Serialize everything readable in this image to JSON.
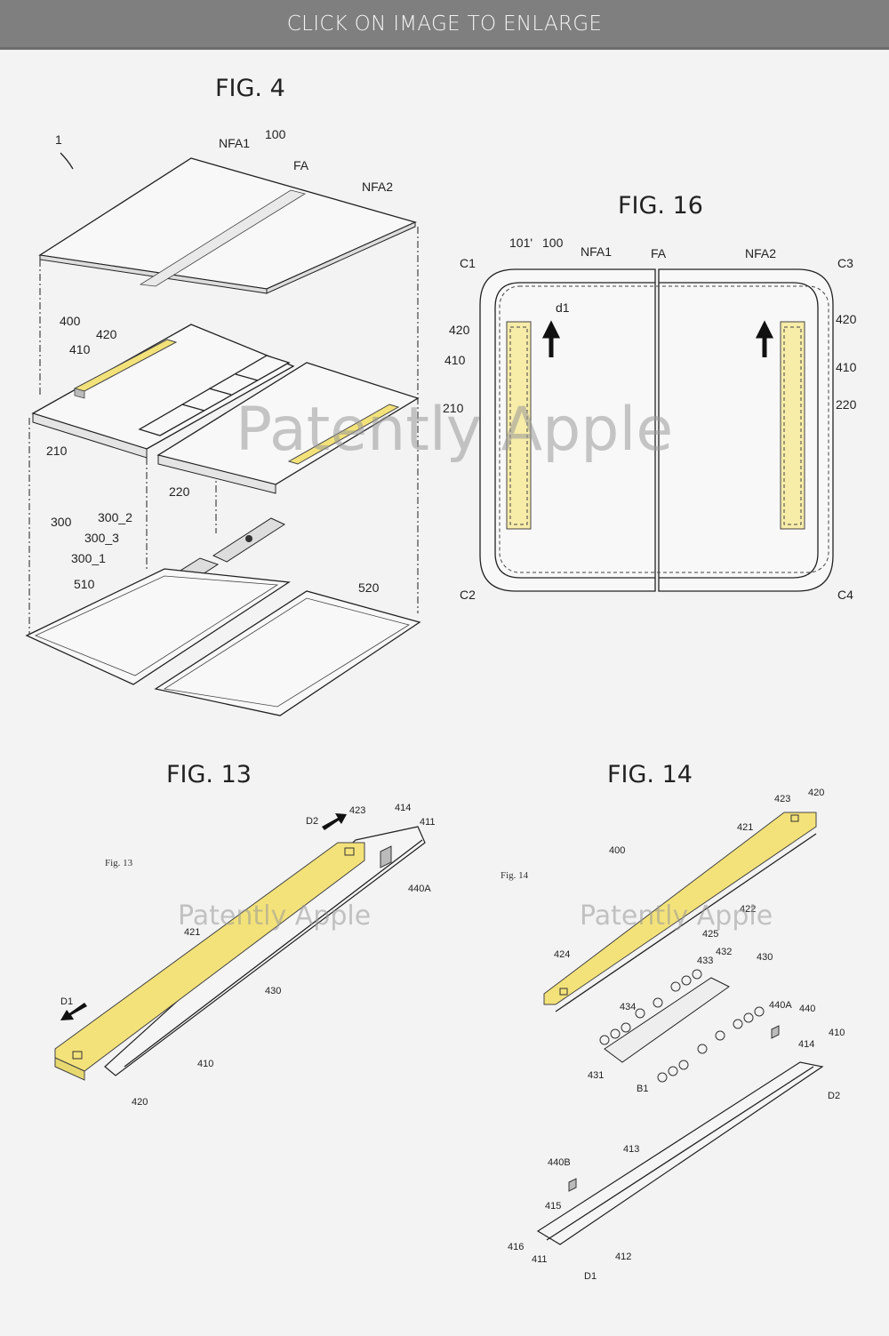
{
  "header": {
    "label": "CLICK ON IMAGE TO ENLARGE"
  },
  "watermark": "Patently Apple",
  "fig4": {
    "title": "FIG. 4",
    "labels": {
      "l1": "1",
      "l100": "100",
      "nfa1": "NFA1",
      "fa": "FA",
      "nfa2": "NFA2",
      "l400": "400",
      "l420": "420",
      "l410": "410",
      "l210": "210",
      "l220": "220",
      "l300": "300",
      "l300_2": "300_2",
      "l300_3": "300_3",
      "l300_1": "300_1",
      "l510": "510",
      "l520": "520"
    }
  },
  "fig16": {
    "title": "FIG. 16",
    "labels": {
      "l101p": "101'",
      "l100": "100",
      "nfa1": "NFA1",
      "fa": "FA",
      "nfa2": "NFA2",
      "c1": "C1",
      "c2": "C2",
      "c3": "C3",
      "c4": "C4",
      "d1": "d1",
      "l420a": "420",
      "l410a": "410",
      "l210": "210",
      "l420b": "420",
      "l410b": "410",
      "l220": "220"
    }
  },
  "fig13": {
    "title": "FIG. 13",
    "caption": "Fig. 13",
    "labels": {
      "d2": "D2",
      "l423": "423",
      "l414": "414",
      "l411": "411",
      "l440a": "440A",
      "l421": "421",
      "l430": "430",
      "d1": "D1",
      "l410": "410",
      "l420": "420"
    }
  },
  "fig14": {
    "title": "FIG. 14",
    "caption": "Fig. 14",
    "labels": {
      "l423": "423",
      "l420": "420",
      "l421": "421",
      "l400": "400",
      "l422": "422",
      "l425": "425",
      "l424": "424",
      "l433": "433",
      "l432": "432",
      "l430": "430",
      "l434": "434",
      "l440a": "440A",
      "l440": "440",
      "l410": "410",
      "l414": "414",
      "l431": "431",
      "b1": "B1",
      "d2": "D2",
      "l413": "413",
      "l440b": "440B",
      "l415": "415",
      "l416": "416",
      "l411": "411",
      "l412": "412",
      "d1": "D1"
    }
  }
}
